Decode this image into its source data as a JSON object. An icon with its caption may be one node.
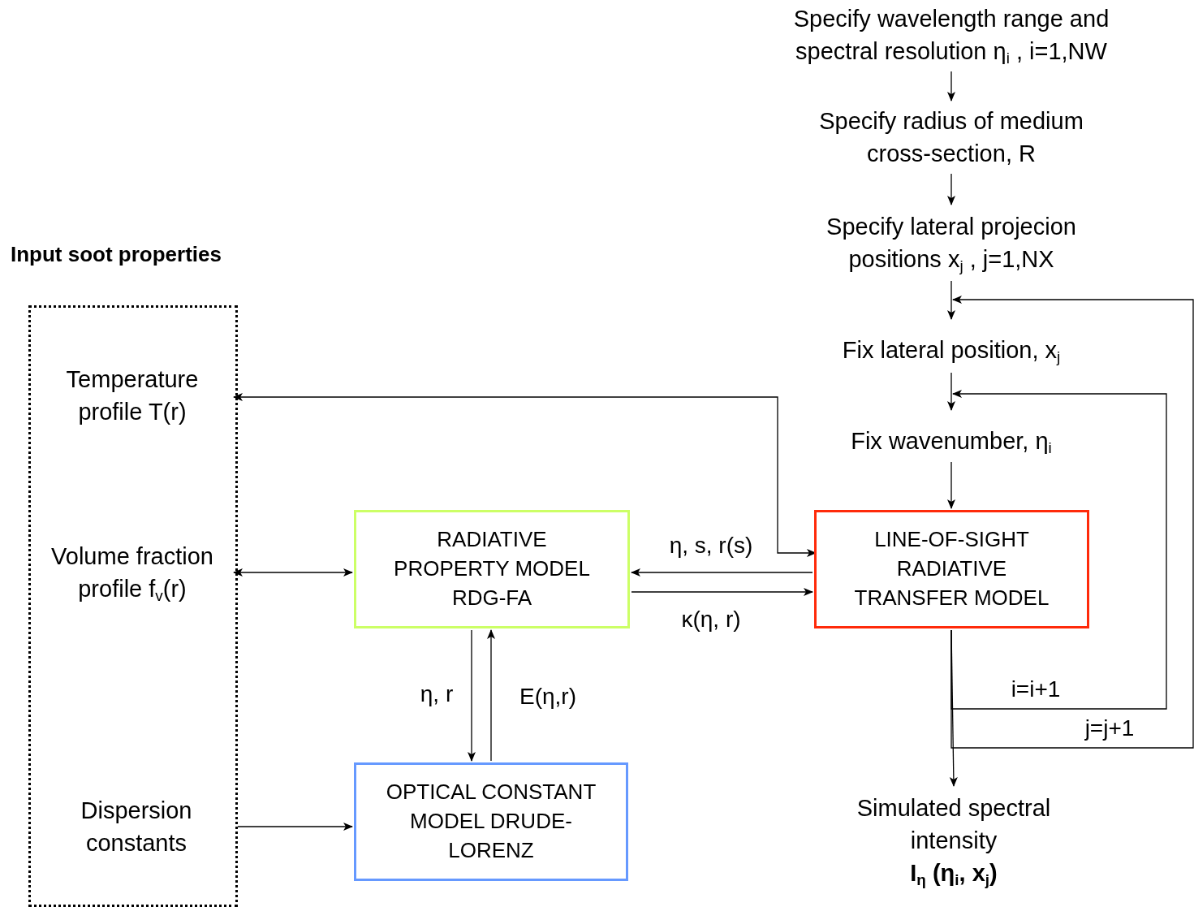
{
  "diagram": {
    "nodes": [
      {
        "text": [
          "Specify wavelength range and spectral resolution η$_{i}$ , i=1,NW"
        ]
      },
      {
        "text": [
          "Specify radius of medium cross-section, R"
        ]
      },
      {
        "text": [
          "Specify lateral projecion positions x$_{j}$ , j=1,NX"
        ]
      },
      {
        "text": [
          "Fix lateral position, x$_{j}$"
        ]
      },
      {
        "text": [
          "Fix wavenumber, η$_{i}$"
        ]
      },
      {
        "text": [
          "LINE-OF-SIGHT RADIATIVE TRANSFER MODEL"
        ]
      },
      {
        "text": [
          "Simulated spectral intensity",
          "I$_{η}$ (η$_{i}$, x$_{j}$)"
        ]
      },
      {
        "text": [
          "Input soot properties"
        ]
      },
      {
        "text": [
          "Temperature profile T(r)"
        ],
        "in": 7
      },
      {
        "text": [
          "Volume fraction profile f$_{v}$(r)"
        ],
        "in": 7
      },
      {
        "text": [
          "Dispersion constants"
        ],
        "in": 7
      },
      {
        "text": [
          "RADIATIVE PROPERTY MODEL RDG-FA"
        ]
      },
      {
        "text": [
          "OPTICAL CONSTANT MODEL DRUDE-LORENZ"
        ]
      }
    ],
    "edges": [
      {
        "from": 0,
        "to": 1,
        "arrow": "to"
      },
      {
        "from": 1,
        "to": 2,
        "arrow": "to"
      },
      {
        "from": 2,
        "to": 3,
        "arrow": "to"
      },
      {
        "from": 3,
        "to": 4,
        "arrow": "to"
      },
      {
        "from": 4,
        "to": 5,
        "arrow": "to"
      },
      {
        "from": 8,
        "to": 5,
        "arrow": "both"
      },
      {
        "from": 9,
        "to": 11,
        "arrow": "both"
      },
      {
        "from": 5,
        "to": 11,
        "arrow": "to",
        "label": "η, s, r(s)"
      },
      {
        "from": 11,
        "to": 5,
        "arrow": "to",
        "label": "κ(η, r)"
      },
      {
        "from": 11,
        "to": 12,
        "arrow": "to",
        "label": "η, r"
      },
      {
        "from": 12,
        "to": 11,
        "arrow": "to",
        "label": "E(η,r)"
      },
      {
        "from": 10,
        "to": 12,
        "arrow": "to"
      },
      {
        "from": 5,
        "to": 6,
        "arrow": "to"
      },
      {
        "from": 5,
        "to": 4,
        "arrow": "to",
        "label": "i=i+1"
      },
      {
        "from": 5,
        "to": 3,
        "arrow": "to",
        "label": "j=j+1"
      }
    ]
  }
}
